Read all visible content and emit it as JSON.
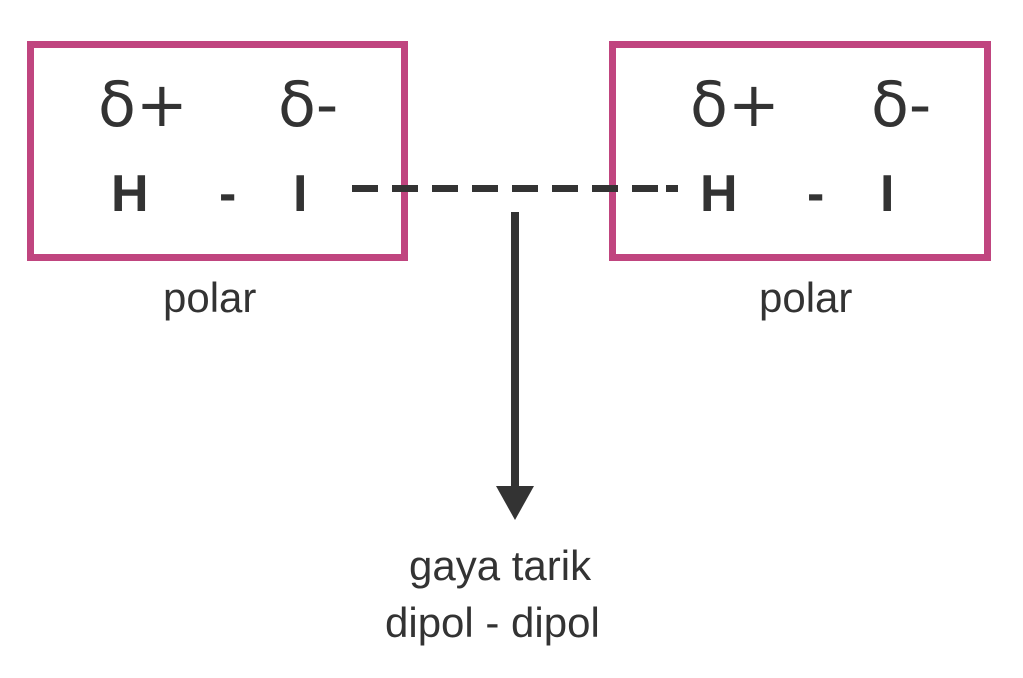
{
  "molecules": [
    {
      "partial_positive": "δ+",
      "partial_negative": "δ-",
      "atom_left": "H",
      "bond": "-",
      "atom_right": "I",
      "caption": "polar"
    },
    {
      "partial_positive": "δ+",
      "partial_negative": "δ-",
      "atom_left": "H",
      "bond": "-",
      "atom_right": "I",
      "caption": "polar"
    }
  ],
  "force_label": {
    "line1": "gaya tarik",
    "line2": "dipol - dipol"
  },
  "colors": {
    "box_border": "#c0457f",
    "text": "#333333",
    "lines": "#333333"
  }
}
